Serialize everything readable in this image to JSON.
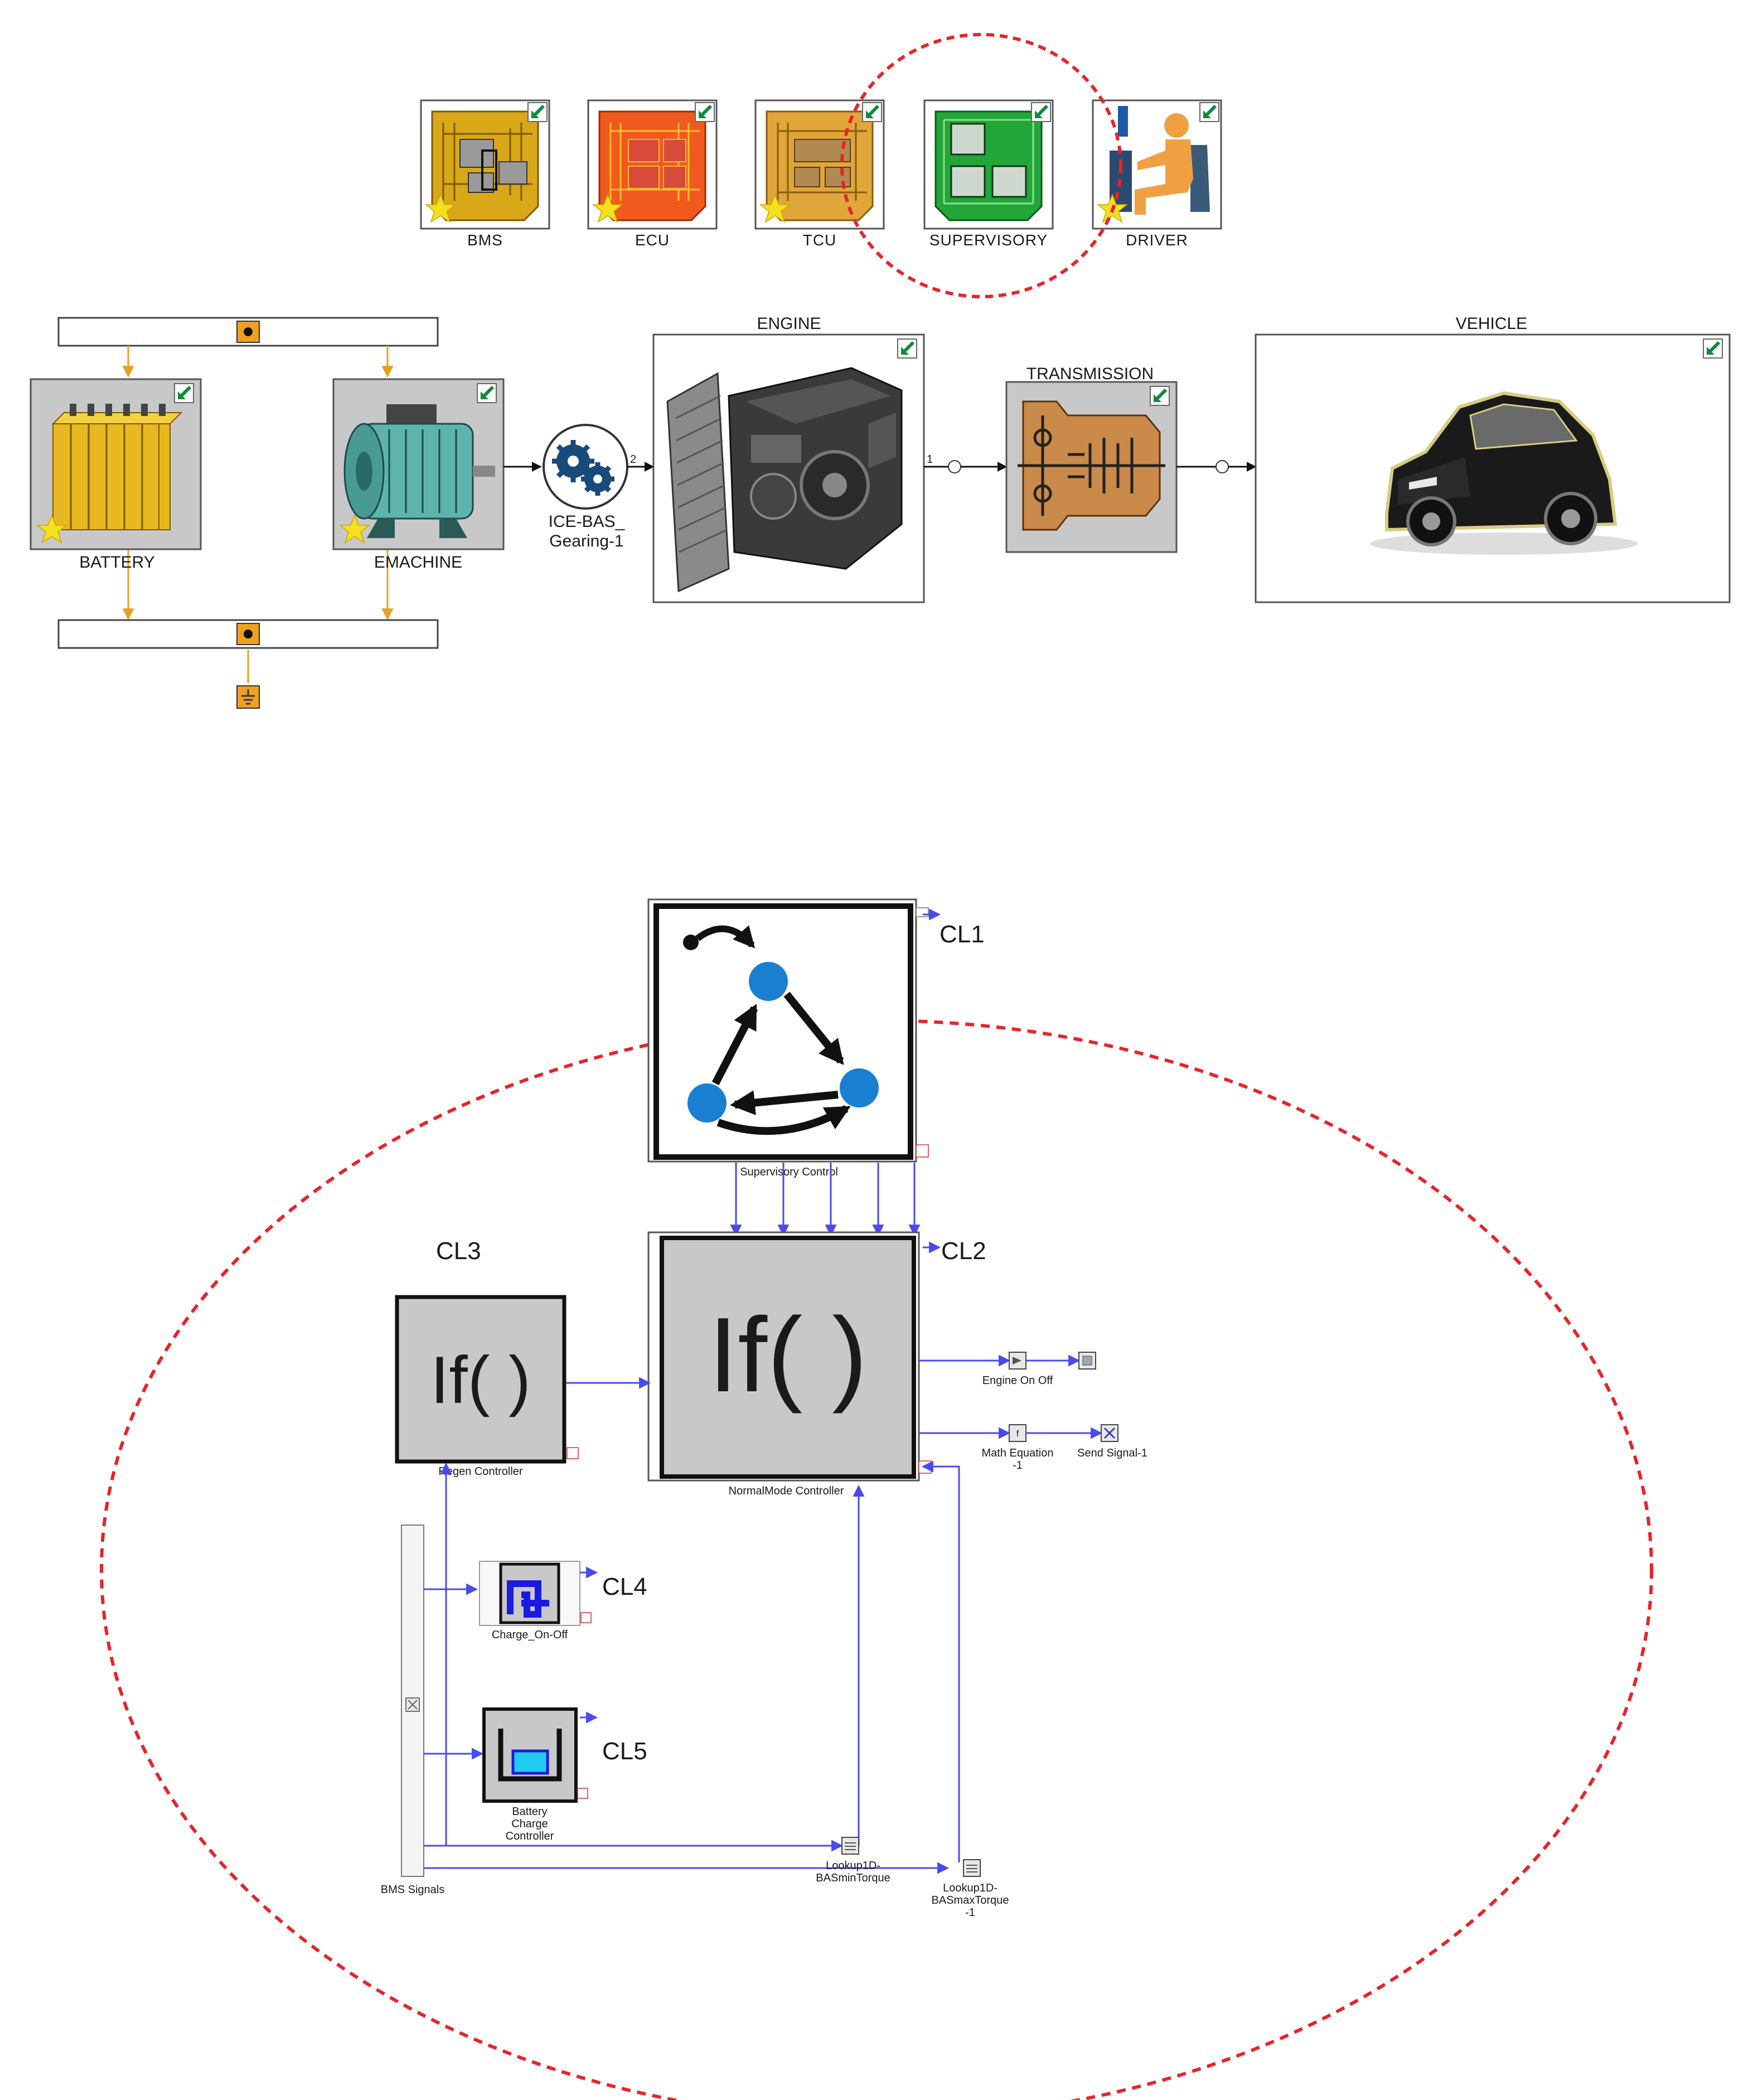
{
  "ecu_icons": [
    {
      "key": "bms",
      "label": "BMS"
    },
    {
      "key": "ecu",
      "label": "ECU"
    },
    {
      "key": "tcu",
      "label": "TCU"
    },
    {
      "key": "supervisory",
      "label": "SUPERVISORY"
    },
    {
      "key": "driver",
      "label": "DRIVER"
    }
  ],
  "powertrain": {
    "battery": "BATTERY",
    "emachine": "EMACHINE",
    "gearing_line1": "ICE-BAS_",
    "gearing_line2": "Gearing-1",
    "engine": "ENGINE",
    "transmission": "TRANSMISSION",
    "vehicle": "VEHICLE"
  },
  "control": {
    "cl1": "CL1",
    "cl2": "CL2",
    "cl3": "CL3",
    "cl4": "CL4",
    "cl5": "CL5",
    "if_text": "If( )",
    "supervisory_control": "Supervisory Control",
    "normal_mode_controller": "NormalMode Controller",
    "regen_controller": "Regen Controller",
    "engine_on_off": "Engine On Off",
    "math_eq_line1": "Math Equation",
    "math_eq_line2": "-1",
    "send_signal": "Send Signal-1",
    "charge_on_off": "Charge_On-Off",
    "battery_charge_line1": "Battery",
    "battery_charge_line2": "Charge",
    "battery_charge_line3": "Controller",
    "bms_signals": "BMS Signals",
    "lookup_min_line1": "Lookup1D-",
    "lookup_min_line2": "BASminTorque",
    "lookup_max_line1": "Lookup1D-",
    "lookup_max_line2": "BASmaxTorque",
    "lookup_max_line3": "-1"
  },
  "colors": {
    "highlight_circle": "#e8232a",
    "signal_wire": "#4a4af0",
    "if_text": "#1414e6",
    "block_fill": "#c8c8c8",
    "bms_chip": "#d8a818",
    "ecu_chip": "#f05a1e",
    "tcu_chip": "#e0a63a",
    "supervisory_chip": "#22a63a",
    "driver_figure": "#f0a040",
    "battery_cells": "#e8b820",
    "emachine_body": "#5fb3ad",
    "transmission_body": "#c98a4a",
    "state_node": "#1a7fd1",
    "return_arrow": "#118a3a",
    "star": "#f5e020"
  }
}
